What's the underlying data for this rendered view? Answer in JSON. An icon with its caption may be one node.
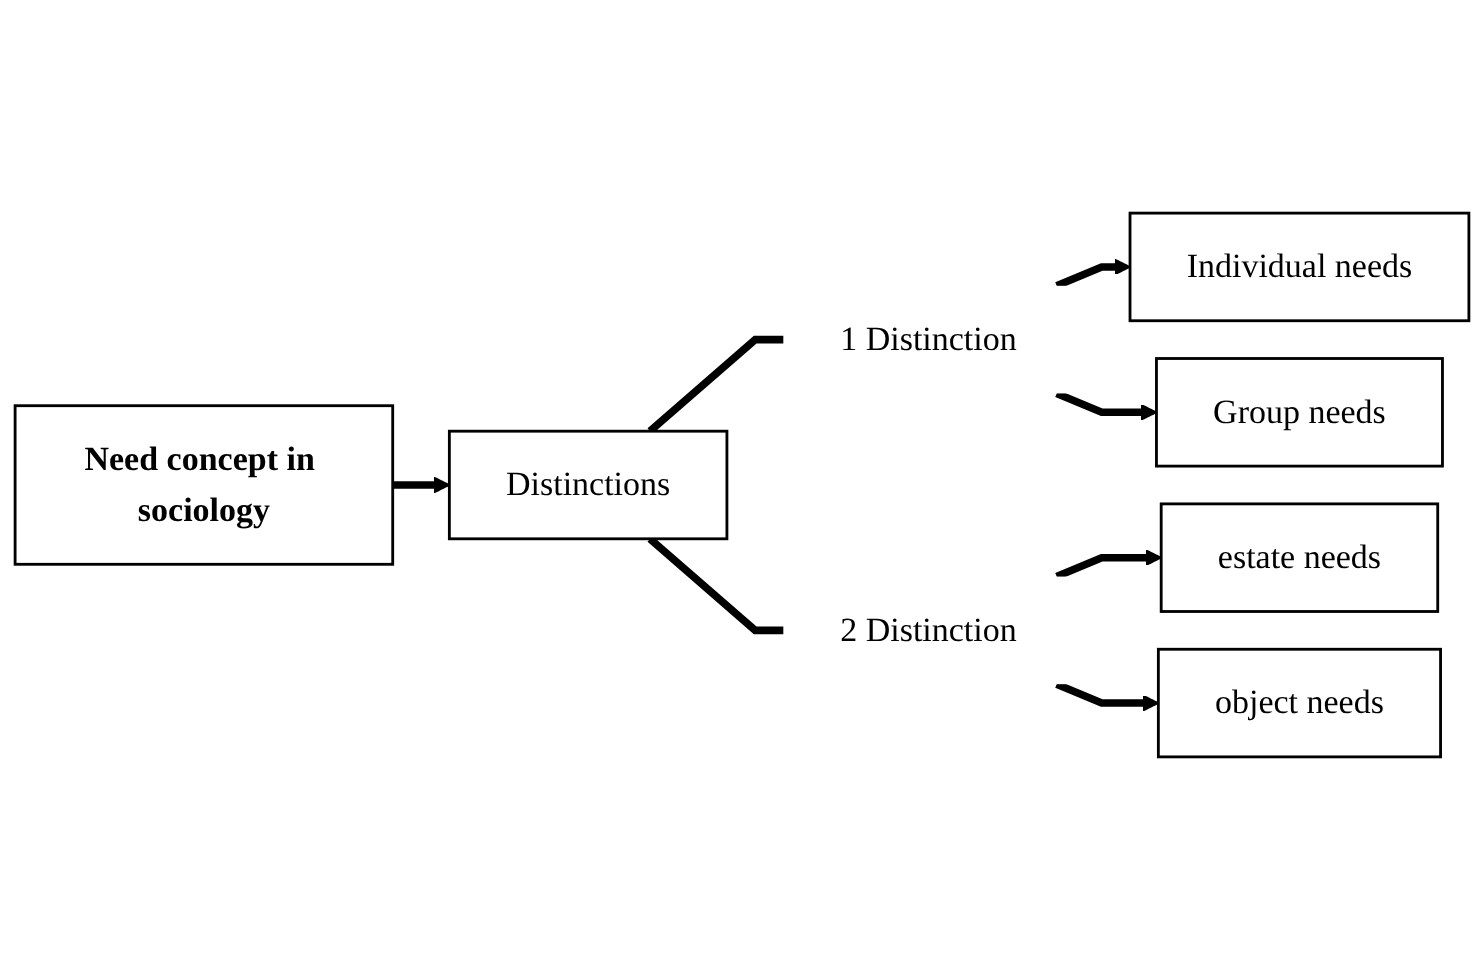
{
  "diagram": {
    "nodes": [
      {
        "text": [
          "Need concept in sociology"
        ]
      },
      {
        "text": [
          "Distinctions"
        ]
      },
      {
        "text": [
          "1 Distinction"
        ]
      },
      {
        "text": [
          "Individual needs"
        ]
      },
      {
        "text": [
          "Group needs"
        ]
      },
      {
        "text": [
          "2 Distinction"
        ]
      },
      {
        "text": [
          "estate needs"
        ]
      },
      {
        "text": [
          "object needs"
        ]
      }
    ],
    "edges": [
      {
        "from": 0,
        "to": 1,
        "arrow": "to"
      },
      {
        "from": 1,
        "to": 2,
        "arrow": "none"
      },
      {
        "from": 2,
        "to": 3,
        "arrow": "to"
      },
      {
        "from": 2,
        "to": 4,
        "arrow": "to"
      },
      {
        "from": 1,
        "to": 5,
        "arrow": "none"
      },
      {
        "from": 5,
        "to": 6,
        "arrow": "to"
      },
      {
        "from": 5,
        "to": 7,
        "arrow": "to"
      }
    ]
  }
}
